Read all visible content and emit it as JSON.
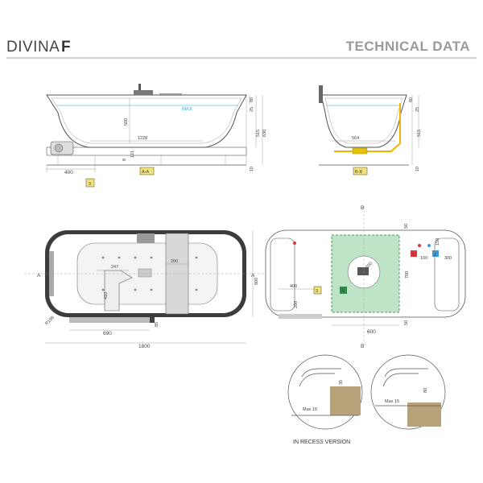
{
  "header": {
    "model_name": "DIVINA",
    "model_letter": "F",
    "section_title": "TECHNICAL DATA"
  },
  "section_aa": {
    "label_max": "MAX",
    "dims": [
      "80",
      "25",
      "500",
      "515",
      "630",
      "1228",
      "121",
      "8",
      "10",
      "400"
    ],
    "section_tag": "A-A",
    "callout": "3"
  },
  "section_bb": {
    "dims": [
      "80",
      "25",
      "515",
      "564",
      "10"
    ],
    "section_tag": "B-B"
  },
  "plan_view": {
    "dims": [
      "247",
      "200",
      "410",
      "690",
      "1800",
      "800",
      "85",
      "R199"
    ],
    "axis_a_left": "A",
    "axis_a_right": "A"
  },
  "install_view": {
    "dims": [
      "50",
      "50",
      "150",
      "100",
      "300",
      "700",
      "400",
      "200",
      "600",
      "200"
    ],
    "markers": [
      "1",
      "2",
      "3",
      "A"
    ],
    "axis_b_top": "B",
    "axis_b_bottom": "B"
  },
  "details": {
    "left_dims": [
      "35",
      "Max 15"
    ],
    "right_dims": [
      "80",
      "Max 15"
    ],
    "caption": "IN RECESS VERSION"
  },
  "colors": {
    "water_line": "#6bbfe4",
    "tag_yellow": "#f2e27a",
    "tag_green": "#8fc99a",
    "tag_red": "#d9363e",
    "tag_blue": "#3a9ad9",
    "floor_tan": "#b8a27a"
  }
}
